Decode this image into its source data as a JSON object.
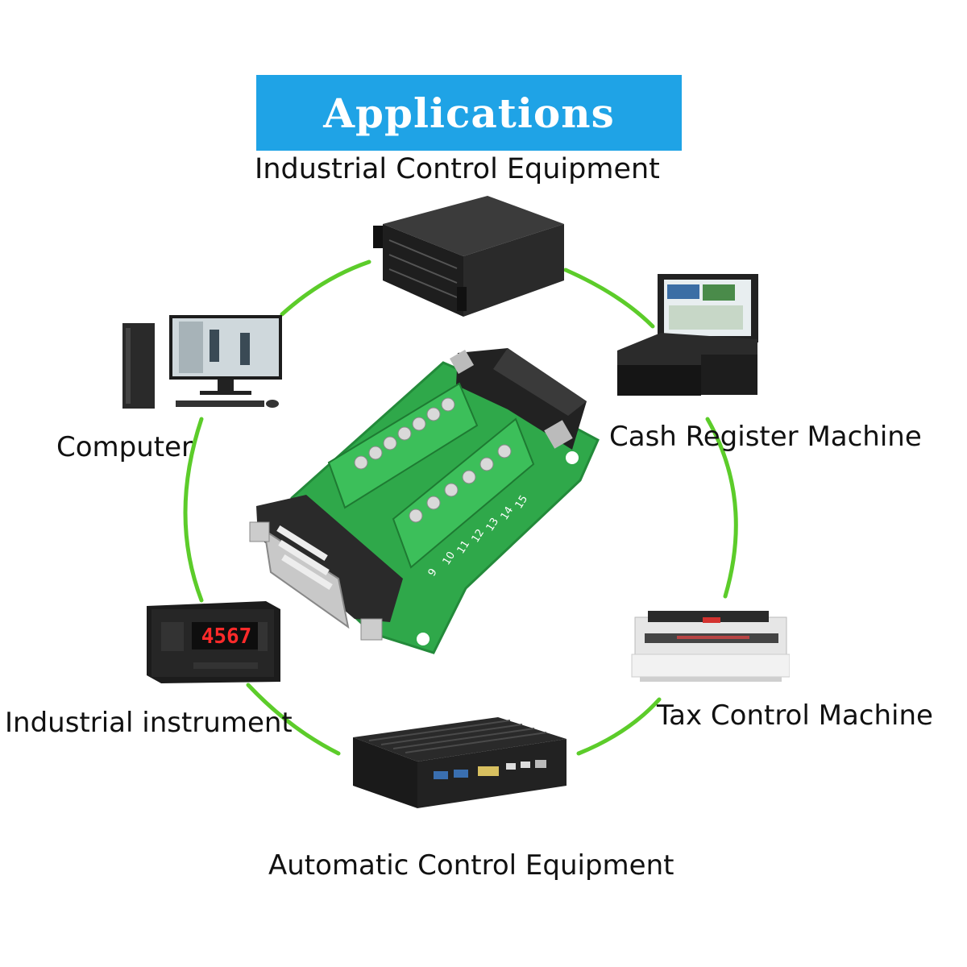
{
  "banner": {
    "title": "Applications",
    "color": "#1fa3e6"
  },
  "labels": {
    "industrial_control": "Industrial Control Equipment",
    "cash_register": "Cash Register Machine",
    "computer": "Computer",
    "tax_control": "Tax Control Machine",
    "industrial_instrument": "Industrial instrument",
    "automatic_control": "Automatic Control Equipment"
  },
  "board": {
    "pin_numbers": [
      "9",
      "10",
      "11",
      "12",
      "13",
      "14",
      "15"
    ],
    "color": "#2fa84a"
  },
  "instrument": {
    "display_value": "4567"
  },
  "ring_color": "#5ccc2a"
}
